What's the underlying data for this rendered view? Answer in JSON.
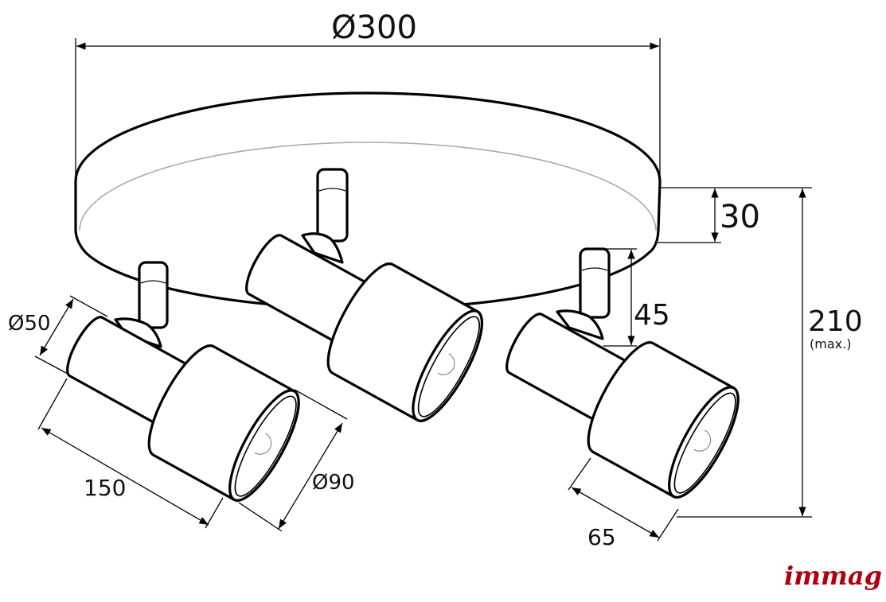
{
  "dimensions": {
    "canopy_diameter": "Ø300",
    "canopy_height": "30",
    "total_height": "210",
    "total_height_note": "(max.)",
    "stem_height": "45",
    "rear_diameter": "Ø50",
    "spot_length": "150",
    "shade_diameter": "Ø90",
    "shade_length": "65"
  },
  "brand": {
    "logo_text": "immag",
    "color": "#b0000f"
  }
}
